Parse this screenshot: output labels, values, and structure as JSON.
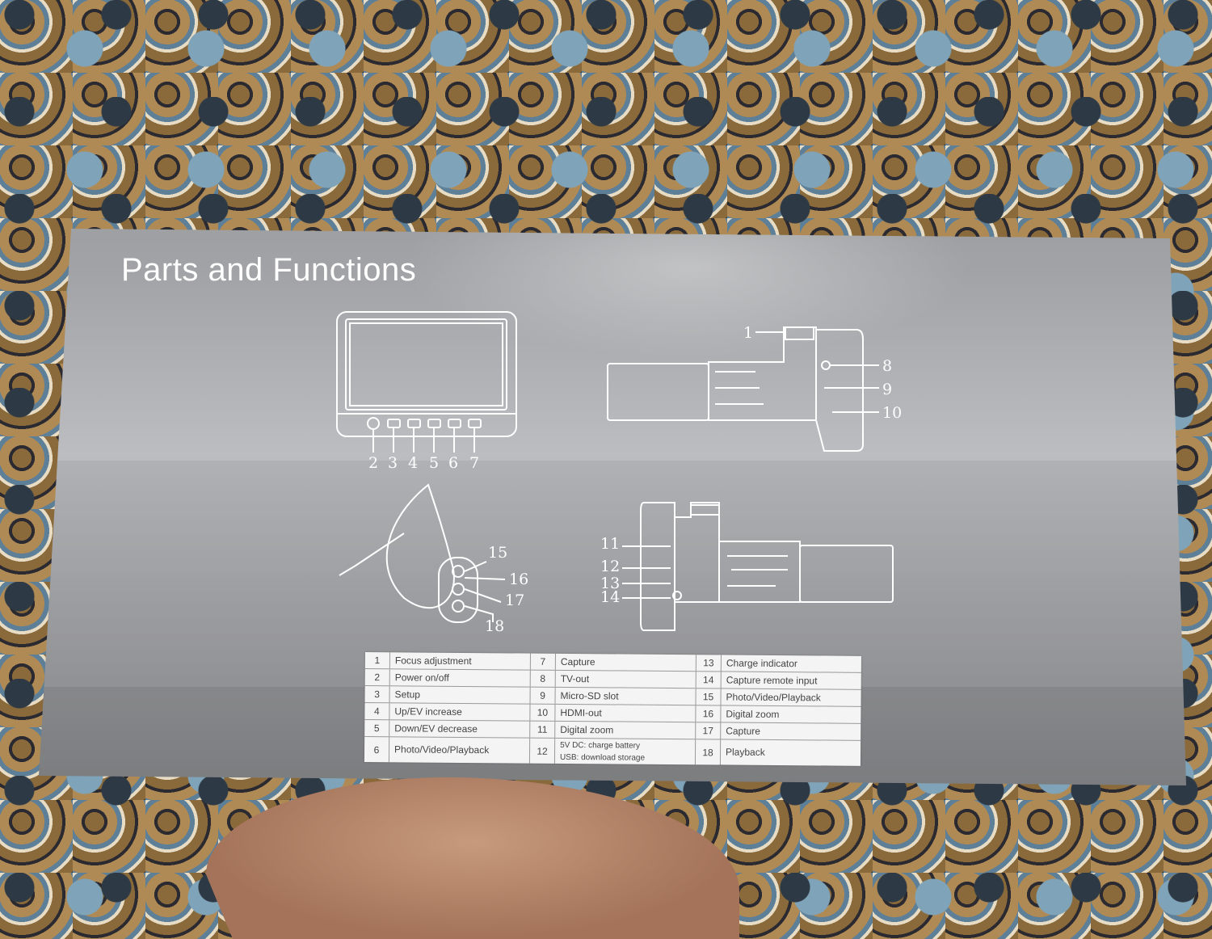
{
  "title": "Parts and Functions",
  "callouts": {
    "monitor": [
      "2",
      "3",
      "4",
      "5",
      "6",
      "7"
    ],
    "side_top": [
      "1",
      "8",
      "9",
      "10"
    ],
    "remote": [
      "15",
      "16",
      "17",
      "18"
    ],
    "side_bottom": [
      "11",
      "12",
      "13",
      "14"
    ]
  },
  "table": [
    [
      {
        "n": "1",
        "t": "Focus adjustment"
      },
      {
        "n": "2",
        "t": "Power on/off"
      },
      {
        "n": "3",
        "t": "Setup"
      },
      {
        "n": "4",
        "t": "Up/EV increase"
      },
      {
        "n": "5",
        "t": "Down/EV decrease"
      },
      {
        "n": "6",
        "t": "Photo/Video/Playback"
      }
    ],
    [
      {
        "n": "7",
        "t": "Capture"
      },
      {
        "n": "8",
        "t": "TV-out"
      },
      {
        "n": "9",
        "t": "Micro-SD slot"
      },
      {
        "n": "10",
        "t": "HDMI-out"
      },
      {
        "n": "11",
        "t": "Digital zoom"
      },
      {
        "n": "12",
        "t": "5V DC: charge battery",
        "t2": "USB: download storage"
      }
    ],
    [
      {
        "n": "13",
        "t": "Charge indicator"
      },
      {
        "n": "14",
        "t": "Capture remote input"
      },
      {
        "n": "15",
        "t": "Photo/Video/Playback"
      },
      {
        "n": "16",
        "t": "Digital zoom"
      },
      {
        "n": "17",
        "t": "Capture"
      },
      {
        "n": "18",
        "t": "Playback"
      }
    ]
  ]
}
